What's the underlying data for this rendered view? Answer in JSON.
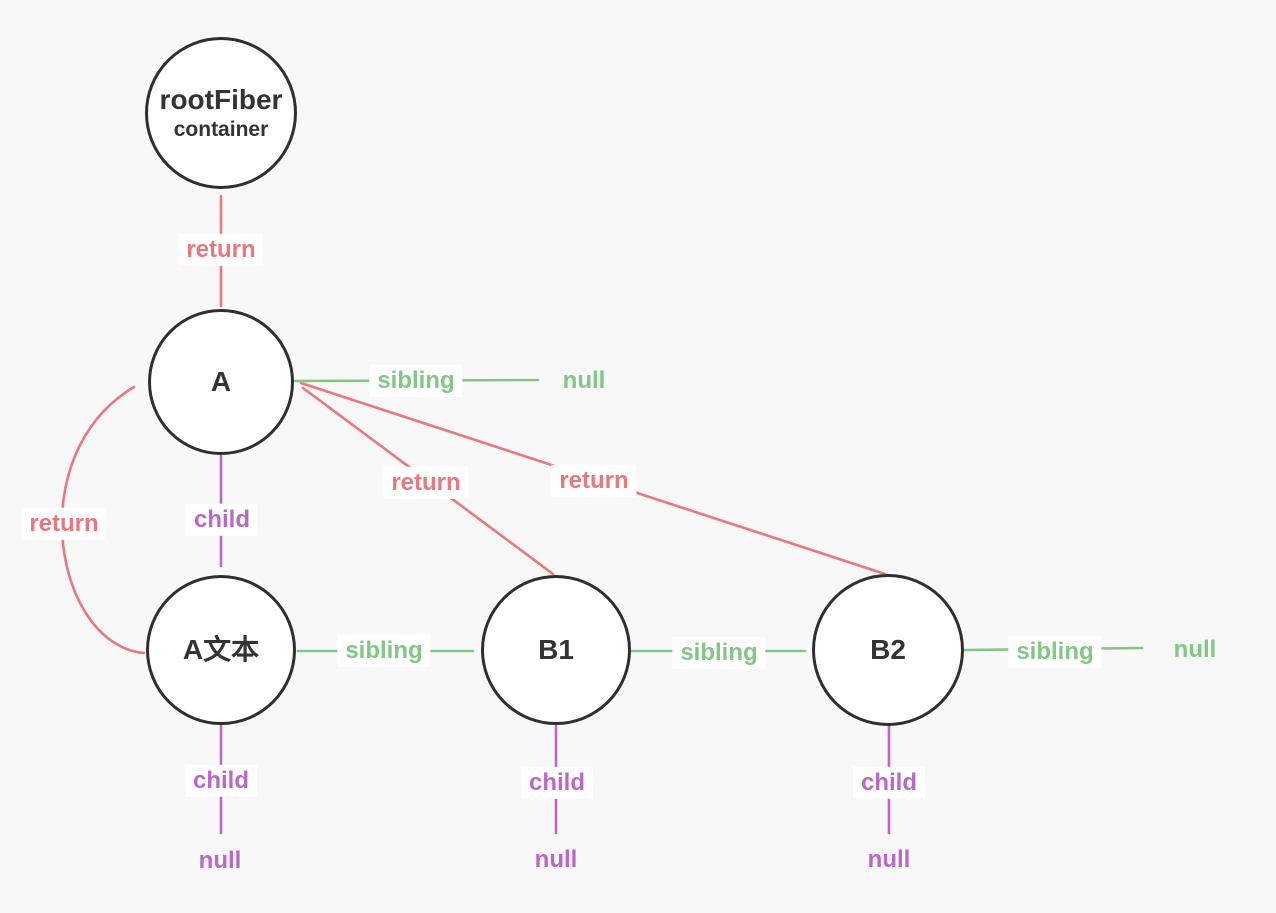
{
  "diagram": {
    "title_hint": "React fiber tree traversal diagram",
    "colors": {
      "background": "#f8f8f8",
      "node_fill": "#ffffff",
      "node_stroke": "#2f2f2f",
      "node_text": "#333333",
      "return": "#e8787e",
      "child": "#ba68c8",
      "sibling": "#82c785",
      "label_background": "#ffffff"
    },
    "nodes": [
      {
        "id": "rootFiber",
        "title": "rootFiber",
        "subtitle": "container"
      },
      {
        "id": "A",
        "label": "A"
      },
      {
        "id": "AText",
        "label": "A文本"
      },
      {
        "id": "B1",
        "label": "B1"
      },
      {
        "id": "B2",
        "label": "B2"
      }
    ],
    "edges": [
      {
        "from": "A",
        "to": "rootFiber",
        "type": "return",
        "label": "return"
      },
      {
        "from": "A文本",
        "to": "A",
        "type": "return",
        "label": "return"
      },
      {
        "from": "B1",
        "to": "A",
        "type": "return",
        "label": "return"
      },
      {
        "from": "B2",
        "to": "A",
        "type": "return",
        "label": "return"
      },
      {
        "from": "A",
        "to": "A文本",
        "type": "child",
        "label": "child"
      },
      {
        "from": "A文本",
        "to": "null",
        "type": "child",
        "label": "child",
        "endpoint": "null"
      },
      {
        "from": "B1",
        "to": "null",
        "type": "child",
        "label": "child",
        "endpoint": "null"
      },
      {
        "from": "B2",
        "to": "null",
        "type": "child",
        "label": "child",
        "endpoint": "null"
      },
      {
        "from": "A",
        "to": "null",
        "type": "sibling",
        "label": "sibling",
        "endpoint": "null"
      },
      {
        "from": "A文本",
        "to": "B1",
        "type": "sibling",
        "label": "sibling"
      },
      {
        "from": "B1",
        "to": "B2",
        "type": "sibling",
        "label": "sibling"
      },
      {
        "from": "B2",
        "to": "null",
        "type": "sibling",
        "label": "sibling",
        "endpoint": "null"
      }
    ]
  }
}
